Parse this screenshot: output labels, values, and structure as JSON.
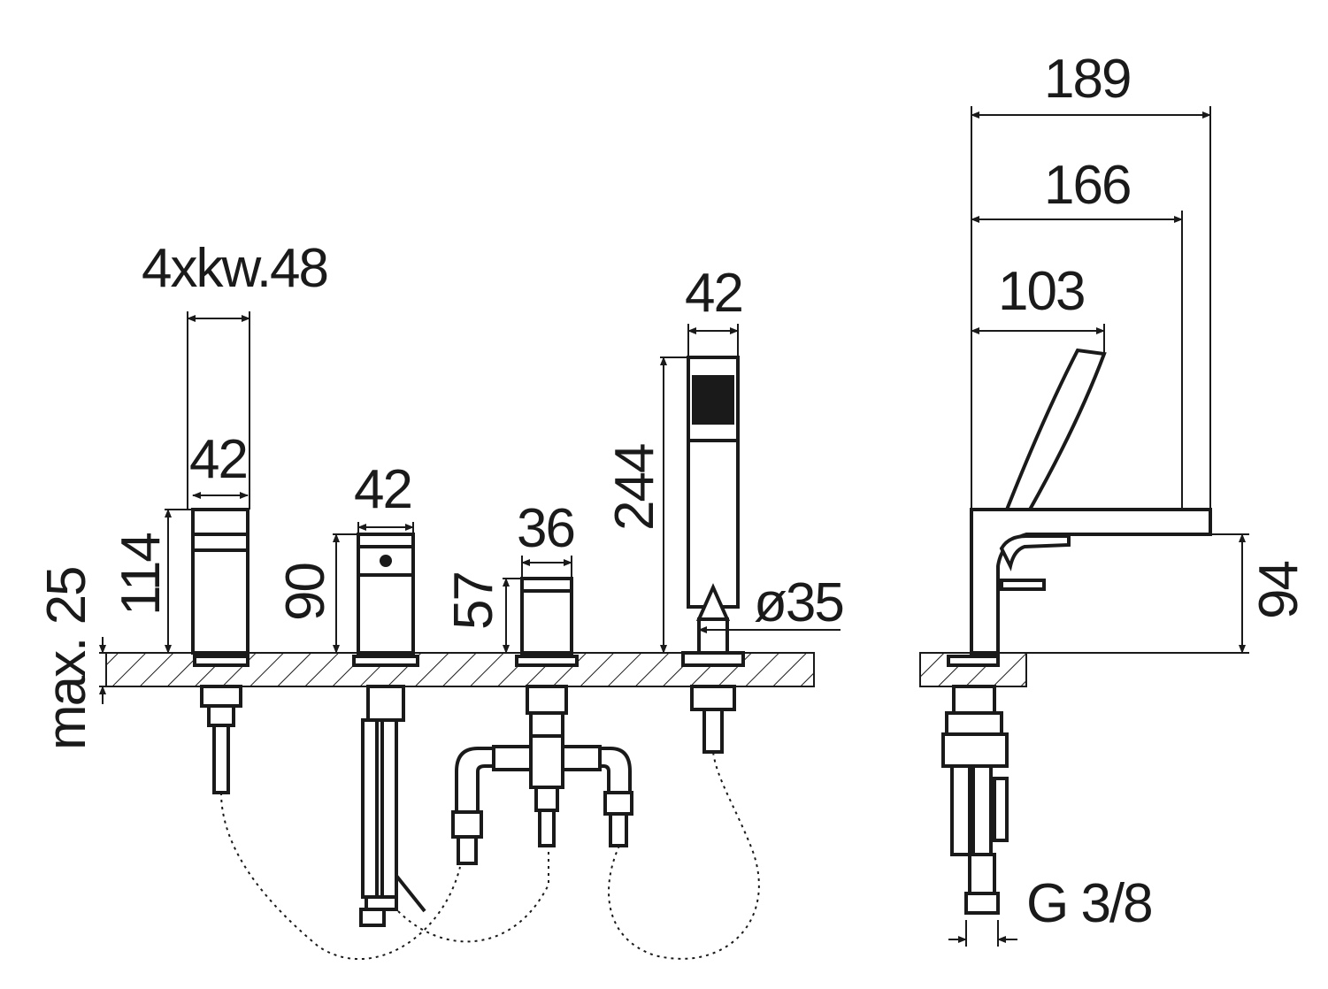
{
  "dimensions": {
    "handle_square": "4xkw.48",
    "spout_width": "42",
    "mixer_width": "42",
    "spout_height": "114",
    "mixer_height": "90",
    "diverter_width": "36",
    "diverter_height": "57",
    "deck_max": "max. 25",
    "shower_width": "42",
    "shower_length": "244",
    "shower_holder_diameter": "ø35",
    "side_total": "189",
    "side_base": "166",
    "side_handle": "103",
    "side_height": "94",
    "connection": "G 3/8"
  }
}
